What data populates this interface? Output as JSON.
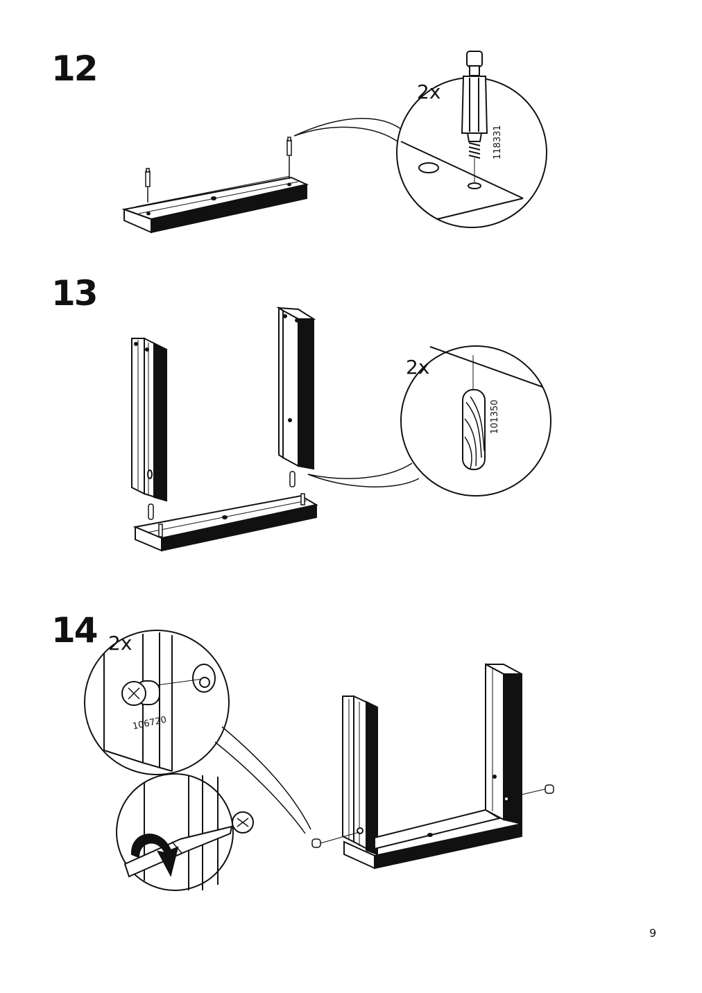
{
  "steps": [
    {
      "number": "12",
      "quantity": "2x",
      "part_number": "118331"
    },
    {
      "number": "13",
      "quantity": "2x",
      "part_number": "101350"
    },
    {
      "number": "14",
      "quantity": "2x",
      "part_number": "106720"
    }
  ],
  "page_number": "9",
  "icons": [
    "screw-dowel-icon",
    "wooden-dowel-icon",
    "cam-lock-icon",
    "screwdriver-icon",
    "rotate-arrow-icon"
  ]
}
